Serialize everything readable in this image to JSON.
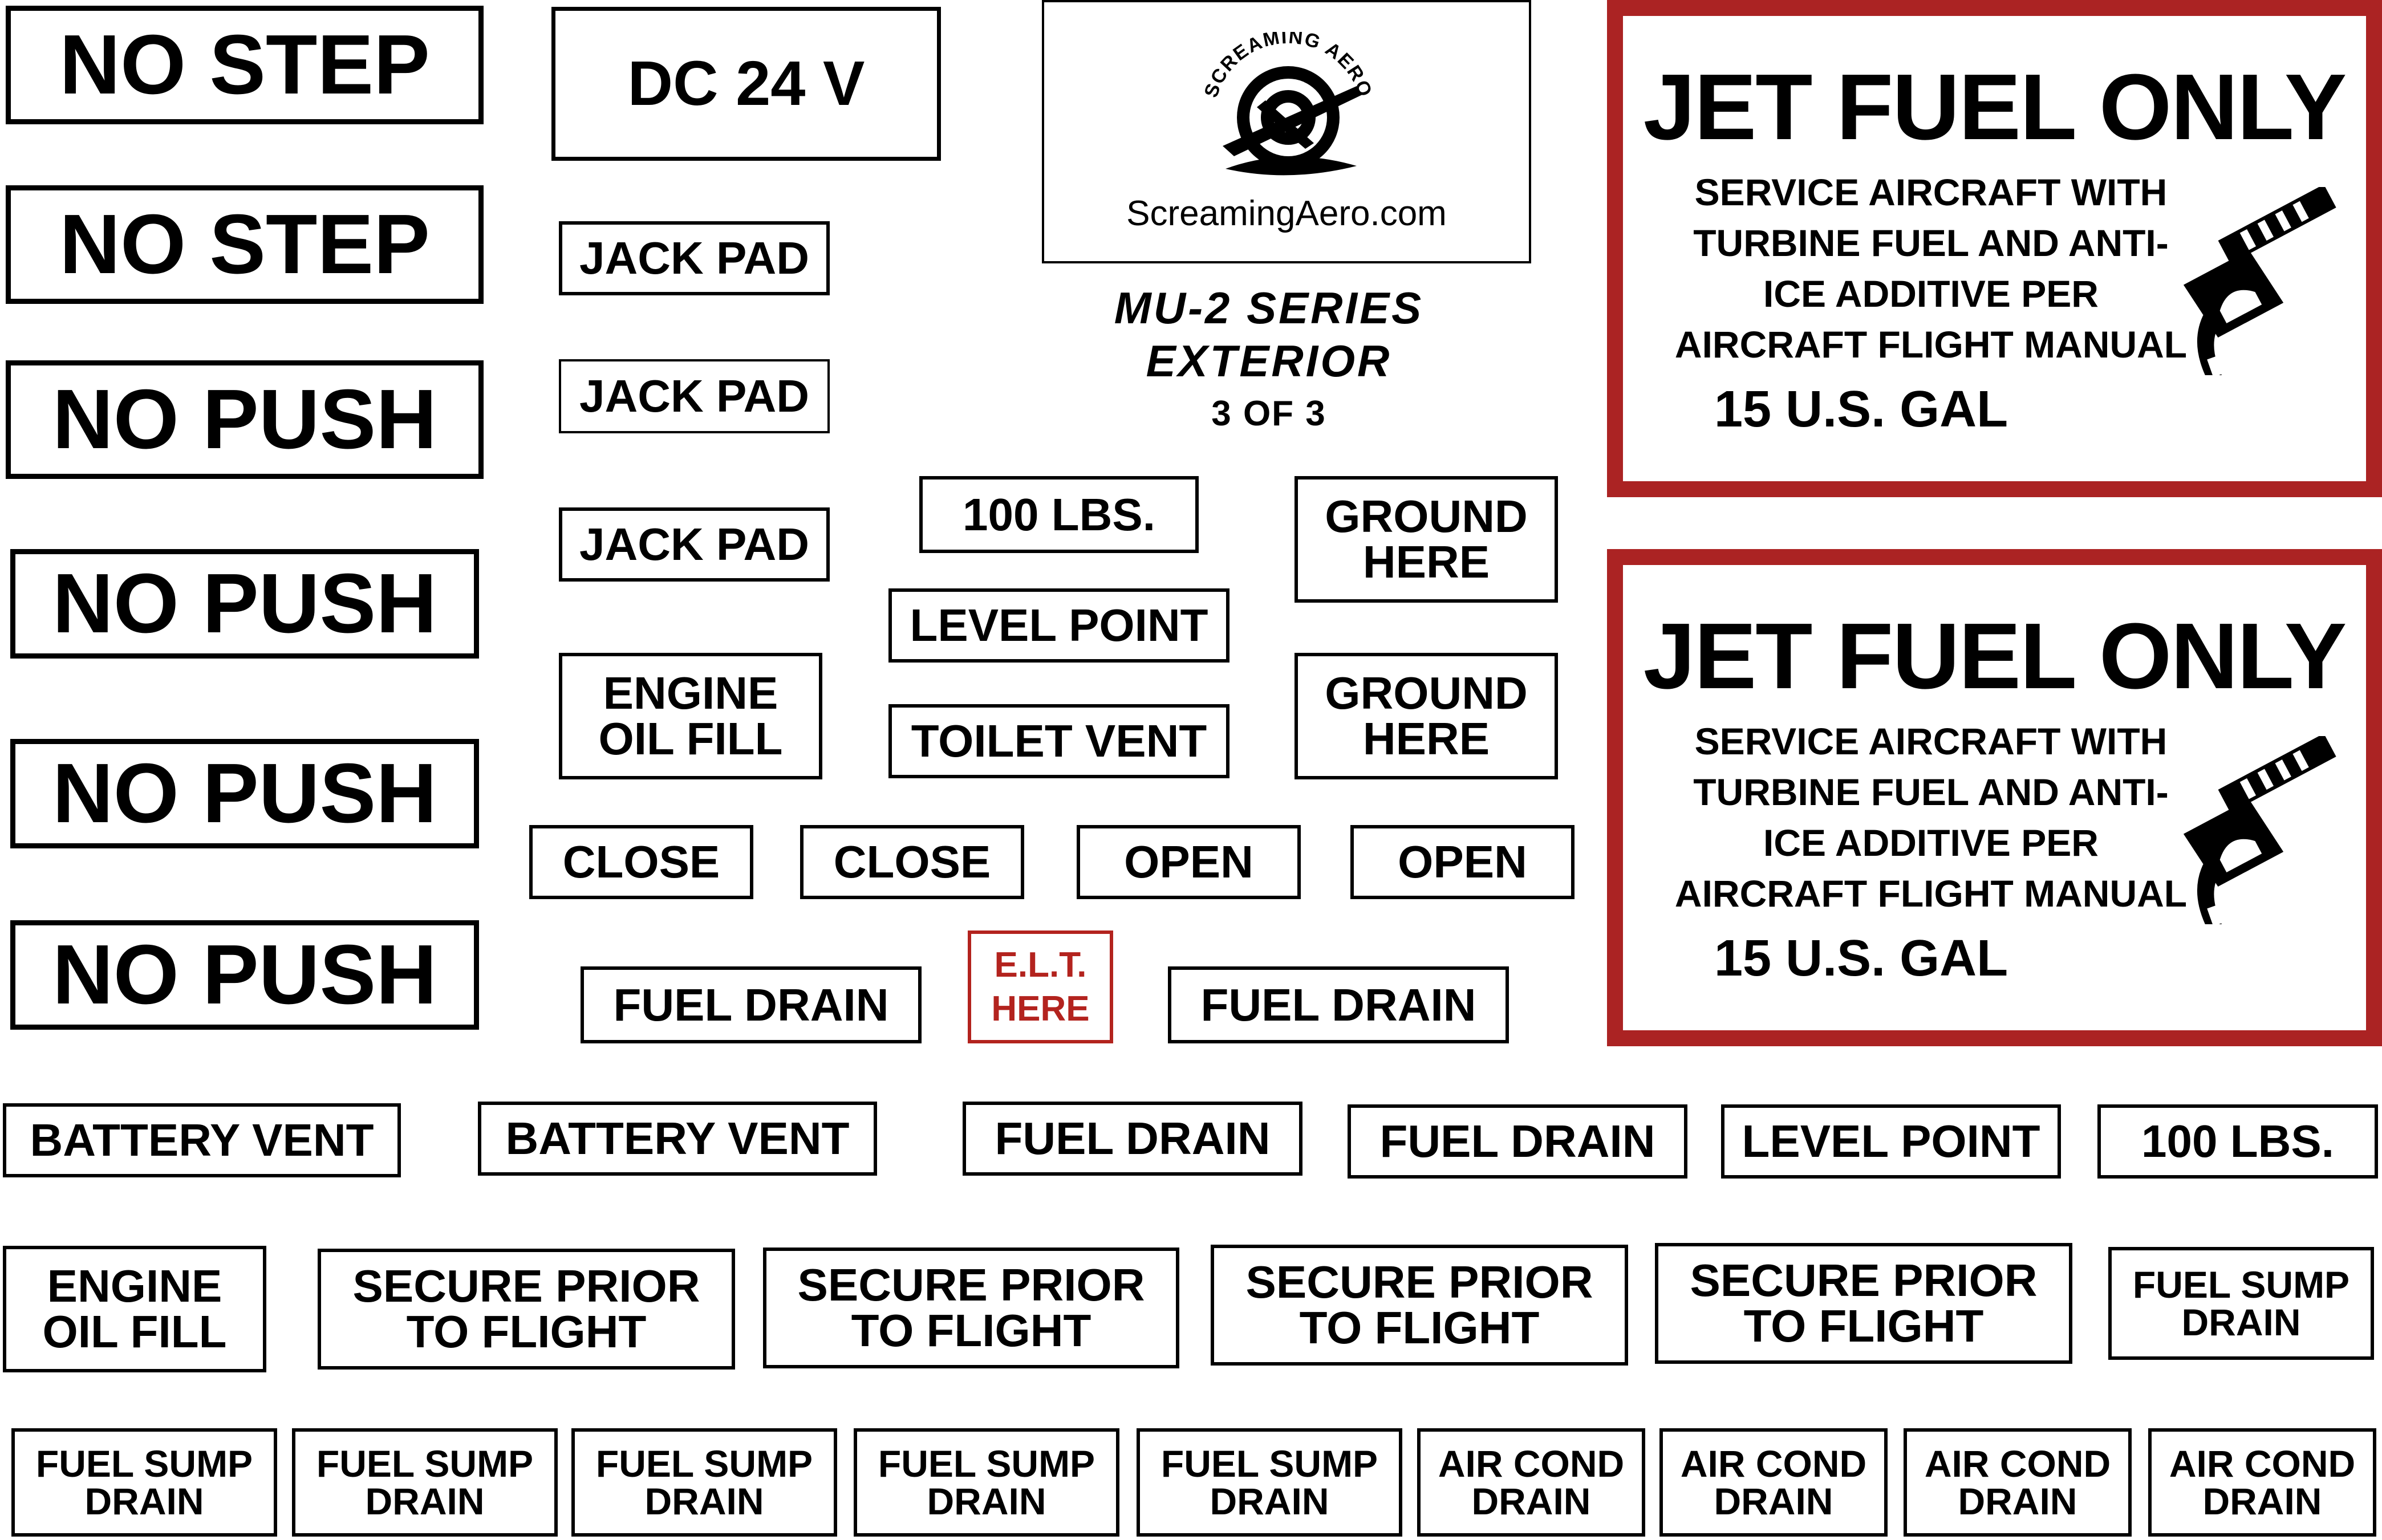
{
  "colors": {
    "red_border": "#ab2323",
    "elt_red": "#b3231e",
    "ink": "#000000"
  },
  "sheet": {
    "brand_name": "SCREAMING AERO",
    "website": "ScreamingAero.com",
    "title_line1": "MU-2 SERIES",
    "title_line2": "EXTERIOR",
    "page": "3 OF 3"
  },
  "jet_fuel_labels": [
    {
      "title": "JET FUEL ONLY",
      "body": "SERVICE AIRCRAFT WITH\nTURBINE FUEL AND ANTI-\nICE ADDITIVE PER\nAIRCRAFT FLIGHT MANUAL",
      "capacity": "15 U.S. GAL",
      "icon": "fuel-nozzle-icon"
    },
    {
      "title": "JET FUEL ONLY",
      "body": "SERVICE AIRCRAFT WITH\nTURBINE FUEL AND ANTI-\nICE ADDITIVE PER\nAIRCRAFT FLIGHT MANUAL",
      "capacity": "15 U.S. GAL",
      "icon": "fuel-nozzle-icon"
    }
  ],
  "labels": [
    "NO STEP",
    "NO STEP",
    "NO PUSH",
    "NO PUSH",
    "NO PUSH",
    "NO PUSH",
    "DC 24 V",
    "JACK PAD",
    "JACK PAD",
    "JACK PAD",
    "ENGINE\nOIL FILL",
    "100 LBS.",
    "LEVEL POINT",
    "TOILET VENT",
    "GROUND\nHERE",
    "GROUND\nHERE",
    "CLOSE",
    "CLOSE",
    "OPEN",
    "OPEN",
    "FUEL DRAIN",
    "E.L.T.\nHERE",
    "FUEL DRAIN",
    "BATTERY VENT",
    "BATTERY VENT",
    "FUEL DRAIN",
    "FUEL DRAIN",
    "LEVEL POINT",
    "100 LBS.",
    "ENGINE\nOIL FILL",
    "SECURE PRIOR\nTO FLIGHT",
    "SECURE PRIOR\nTO FLIGHT",
    "SECURE PRIOR\nTO FLIGHT",
    "SECURE PRIOR\nTO FLIGHT",
    "FUEL SUMP\nDRAIN",
    "FUEL SUMP\nDRAIN",
    "FUEL SUMP\nDRAIN",
    "FUEL SUMP\nDRAIN",
    "FUEL SUMP\nDRAIN",
    "FUEL SUMP\nDRAIN",
    "AIR COND\nDRAIN",
    "AIR COND\nDRAIN",
    "AIR COND\nDRAIN",
    "AIR COND\nDRAIN"
  ]
}
